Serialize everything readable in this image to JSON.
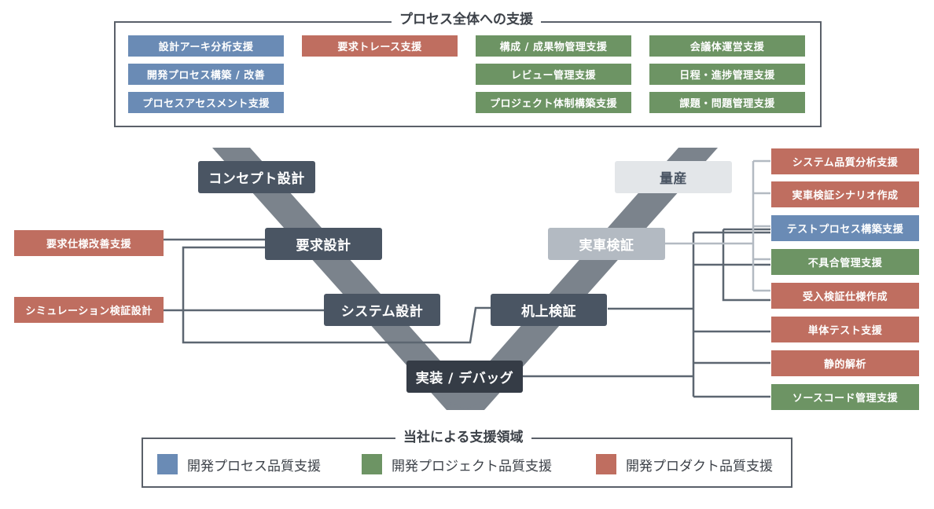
{
  "process_support": {
    "title": "プロセス全体への支援",
    "col1": [
      "設計アーキ分析支援",
      "開発プロセス構築 / 改善",
      "プロセスアセスメント支援"
    ],
    "col2": [
      "要求トレース支援"
    ],
    "col3": [
      "構成 / 成果物管理支援",
      "レビュー管理支援",
      "プロジェクト体制構築支援"
    ],
    "col4": [
      "会議体運営支援",
      "日程・進捗管理支援",
      "課題・問題管理支援"
    ]
  },
  "v_model": {
    "concept": "コンセプト設計",
    "requirements": "要求設計",
    "system_design": "システム設計",
    "implementation": "実装 / デバッグ",
    "desk_verification": "机上検証",
    "vehicle_verification": "実車検証",
    "mass_production": "量産"
  },
  "left_support": {
    "req_improvement": "要求仕様改善支援",
    "simulation": "シミュレーション検証設計"
  },
  "right_support": [
    "システム品質分析支援",
    "実車検証シナリオ作成",
    "テストプロセス構築支援",
    "不具合管理支援",
    "受入検証仕様作成",
    "単体テスト支援",
    "静的解析",
    "ソースコード管理支援"
  ],
  "legend": {
    "title": "当社による支援領域",
    "items": [
      "開発プロセス品質支援",
      "開発プロジェクト品質支援",
      "開発プロダクト品質支援"
    ]
  },
  "colors": {
    "process": "#6a8bb5",
    "project": "#6d9464",
    "product": "#bf6e60",
    "stage_dark": "#4a5563",
    "stage_light": "#b3bac2",
    "stage_lightest": "#e3e6e9",
    "v_band": "#7b838c"
  }
}
